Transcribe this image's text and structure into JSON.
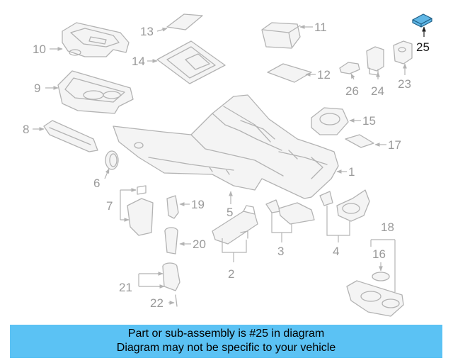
{
  "banner": {
    "line1": "Part or sub-assembly is #25 in diagram",
    "line2": "Diagram may not be specific to your vehicle",
    "color": "#5bc2f4"
  },
  "highlight": {
    "part_number": "25",
    "color": "#5fb6e5"
  },
  "callouts": {
    "p1": "1",
    "p2": "2",
    "p3": "3",
    "p4": "4",
    "p5": "5",
    "p6": "6",
    "p7": "7",
    "p8": "8",
    "p9": "9",
    "p10": "10",
    "p11": "11",
    "p12": "12",
    "p13": "13",
    "p14": "14",
    "p15": "15",
    "p16": "16",
    "p17": "17",
    "p18": "18",
    "p19": "19",
    "p20": "20",
    "p21": "21",
    "p22": "22",
    "p23": "23",
    "p24": "24",
    "p25": "25",
    "p26": "26"
  }
}
